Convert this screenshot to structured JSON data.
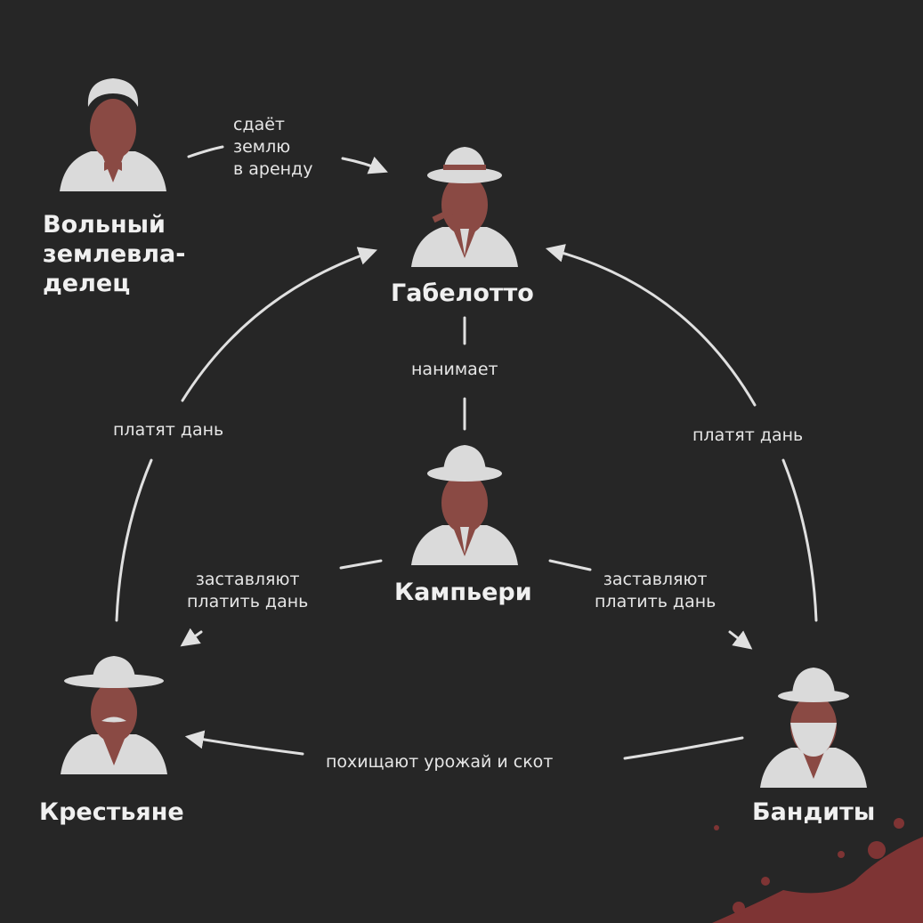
{
  "colors": {
    "background": "#262626",
    "figure": "#dadada",
    "skin": "#8a4a44",
    "blood": "#7e3434",
    "line": "#e0e0e0"
  },
  "nodes": {
    "landowner": {
      "lines": [
        "Вольный",
        "землевла-",
        "делец"
      ]
    },
    "gabelotto": {
      "label": "Габелотто"
    },
    "campieri": {
      "label": "Кампьери"
    },
    "peasants": {
      "label": "Крестьяне"
    },
    "bandits": {
      "label": "Бандиты"
    }
  },
  "edges": {
    "rents": {
      "lines": [
        "сдаёт",
        "землю",
        "в аренду"
      ]
    },
    "hires": {
      "label": "нанимает"
    },
    "peasants_tribute": {
      "label": "платят дань"
    },
    "bandits_tribute": {
      "label": "платят дань"
    },
    "force_peasants": {
      "lines": [
        "заставляют",
        "платить дань"
      ]
    },
    "force_bandits": {
      "lines": [
        "заставляют",
        "платить дань"
      ]
    },
    "steal": {
      "label": "похищают урожай и скот"
    }
  }
}
